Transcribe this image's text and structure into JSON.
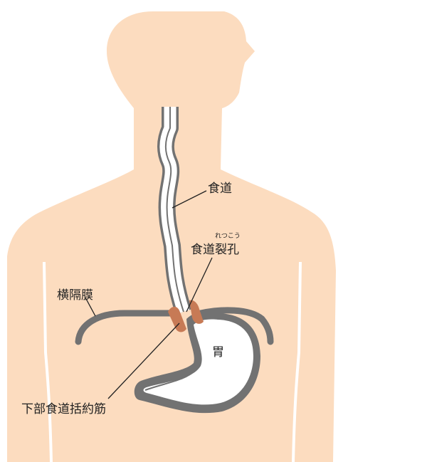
{
  "labels": {
    "esophagus": "食道",
    "hiatus_ruby": "れつこう",
    "hiatus": "食道裂孔",
    "diaphragm": "横隔膜",
    "stomach": "胃",
    "les": "下部食道括約筋"
  },
  "colors": {
    "skin": "#fcdcbf",
    "wall": "#727272",
    "lumen": "#ffffff",
    "muscle": "#c77a55",
    "text": "#222222",
    "leader": "#222222"
  }
}
